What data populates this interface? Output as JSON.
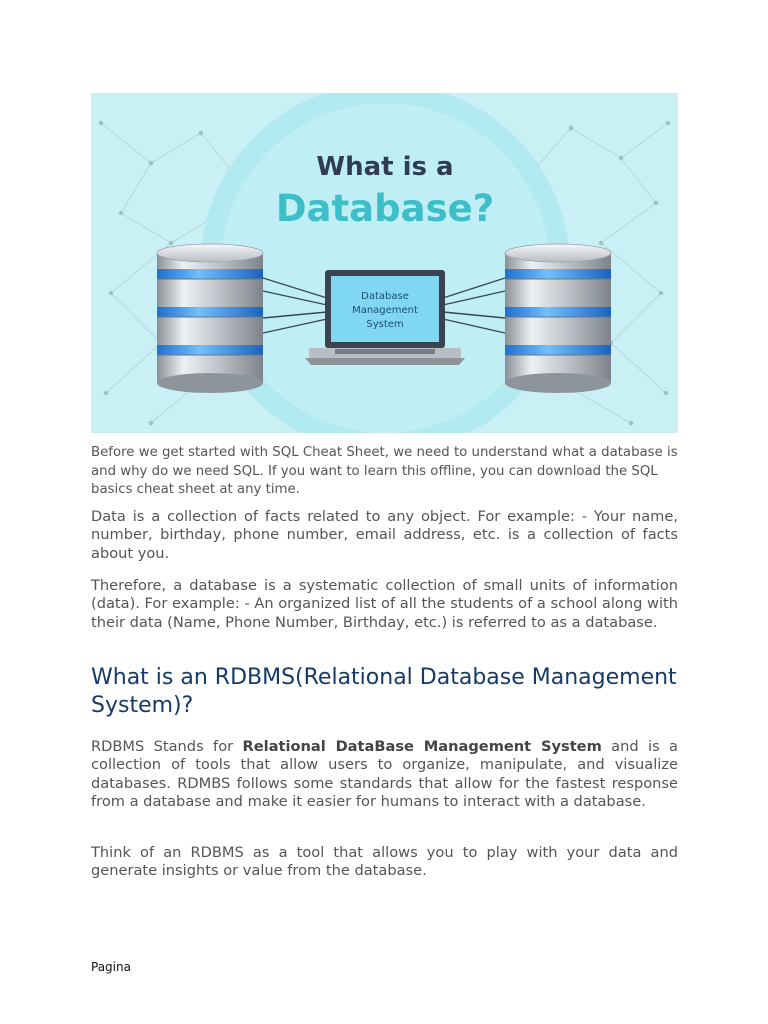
{
  "hero": {
    "title_line1": "What is a",
    "title_line2": "Database?",
    "screen_line1": "Database",
    "screen_line2": "Management",
    "screen_line3": "System",
    "colors": {
      "background": "#c9f0f5",
      "circle": "#b3e9f0",
      "title_dark": "#2f3c52",
      "title_teal": "#3dbec9",
      "screen": "#7fd7f2",
      "disk_blue": "#2f8cf0"
    }
  },
  "intro_paragraph": "Before we get started with SQL Cheat Sheet, we need to understand what a database is and why do we need SQL. If you want to learn this offline, you can download the SQL basics cheat sheet at any time.",
  "data_paragraph": "Data is a collection of facts related to any object. For example: - Your name, number, birthday, phone number, email address, etc. is a collection of facts about you.",
  "database_paragraph": "Therefore, a database is a systematic collection of small units of information (data). For example: - An organized list of all the students of a school along with their data (Name, Phone Number, Birthday, etc.) is referred to as a database.",
  "rdbms_heading": "What is an RDBMS(Relational Database Management System)?",
  "rdbms_paragraph": {
    "prefix": "RDBMS Stands for",
    "bold": "Relational DataBase Management System",
    "suffix": "and is a collection of tools that allow users to organize, manipulate, and visualize databases. RDMBS follows some standards that allow for the fastest response from a database and make it easier for humans to interact with a database."
  },
  "think_paragraph": "Think of an RDBMS as a tool that allows you to play with your data and generate insights or value from the database.",
  "footer_label": "Pagina"
}
